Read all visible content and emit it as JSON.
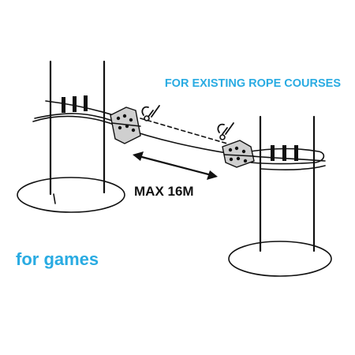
{
  "diagram": {
    "heading": "FOR EXISTING ROPE COURSES",
    "distance_label": "MAX 16M",
    "caption": "for games"
  },
  "colors": {
    "accent_text": "#29abe2",
    "line": "#111111",
    "clamp_fill": "#cfcfcf",
    "background": "#ffffff"
  },
  "icons": {
    "left_clip": "carabiner-icon",
    "right_clip": "carabiner-icon",
    "arrow": "double-arrow-icon"
  }
}
